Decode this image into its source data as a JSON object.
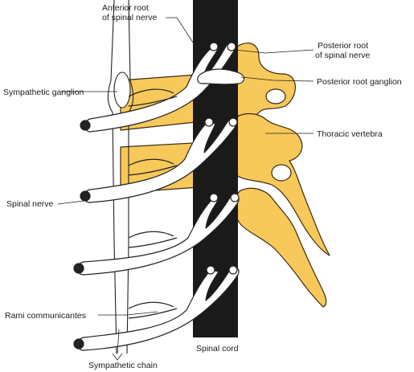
{
  "labels": {
    "anterior_root_line1": "Anterior root",
    "anterior_root_line2": "of spinal nerve",
    "posterior_root_line1": "Posterior root",
    "posterior_root_line2": "of spinal nerve",
    "sympathetic_ganglion": "Sympathetic ganglion",
    "posterior_root_ganglion": "Posterior root ganglion",
    "thoracic_vertebra": "Thoracic vertebra",
    "spinal_nerve": "Spinal nerve",
    "rami_communicantes": "Rami communicantes",
    "spinal_cord": "Spinal cord",
    "sympathetic_chain": "Sympathetic chain"
  },
  "colors": {
    "bone": "#f7c85a",
    "bone_outline": "#3a2a10",
    "cord": "#1a1a1a",
    "nerve_fill": "#ffffff",
    "nerve_outline": "#222222"
  }
}
